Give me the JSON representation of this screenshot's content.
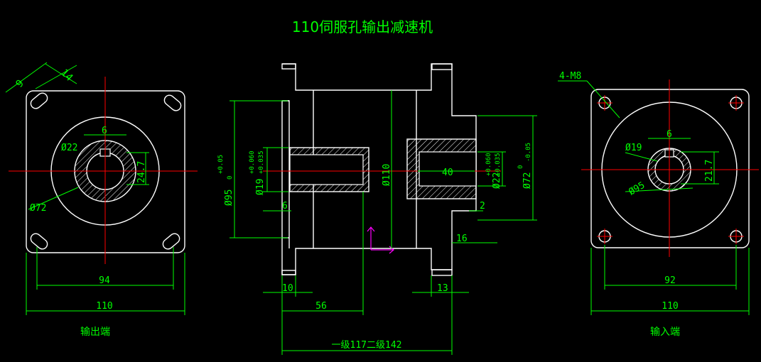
{
  "title": "110伺服孔输出减速机",
  "colors": {
    "background": "#000000",
    "outline": "#ffffff",
    "dimension": "#00ff00",
    "centerline": "#ff0000",
    "ucs": "#ff00ff"
  },
  "left_view": {
    "caption": "输出端",
    "dims": {
      "keyway": "9",
      "hole": "14",
      "key": "6",
      "shaft_dia": "Ø22",
      "key_depth": "24.7",
      "circle_dia": "Ø72",
      "pcd": "94",
      "outer": "110"
    }
  },
  "section_view": {
    "dims": {
      "pilot": "Ø95",
      "pilot_tol_upper": "+0.05",
      "pilot_tol_lower": "0",
      "bore_in": "Ø19",
      "bore_in_tol_upper": "+0.060",
      "bore_in_tol_lower": "+0.035",
      "depth_in": "6",
      "body": "Ø110",
      "bore_out_len": "40",
      "bore_out": "Ø22",
      "bore_out_tol_upper": "+0.060",
      "bore_out_tol_lower": "+0.035",
      "spigot": "Ø72",
      "spigot_tol_upper": "0",
      "spigot_tol_lower": "-0.05",
      "step": "2",
      "flange_len": "16",
      "flange_in": "10",
      "flange_out": "13",
      "len_in": "56",
      "total_len": "一级117二级142"
    }
  },
  "right_view": {
    "caption": "输入端",
    "dims": {
      "thread": "4-M8",
      "key": "6",
      "bore": "Ø19",
      "key_depth": "21.7",
      "pcd_dia": "Ø95",
      "pcd": "92",
      "outer": "110"
    }
  }
}
